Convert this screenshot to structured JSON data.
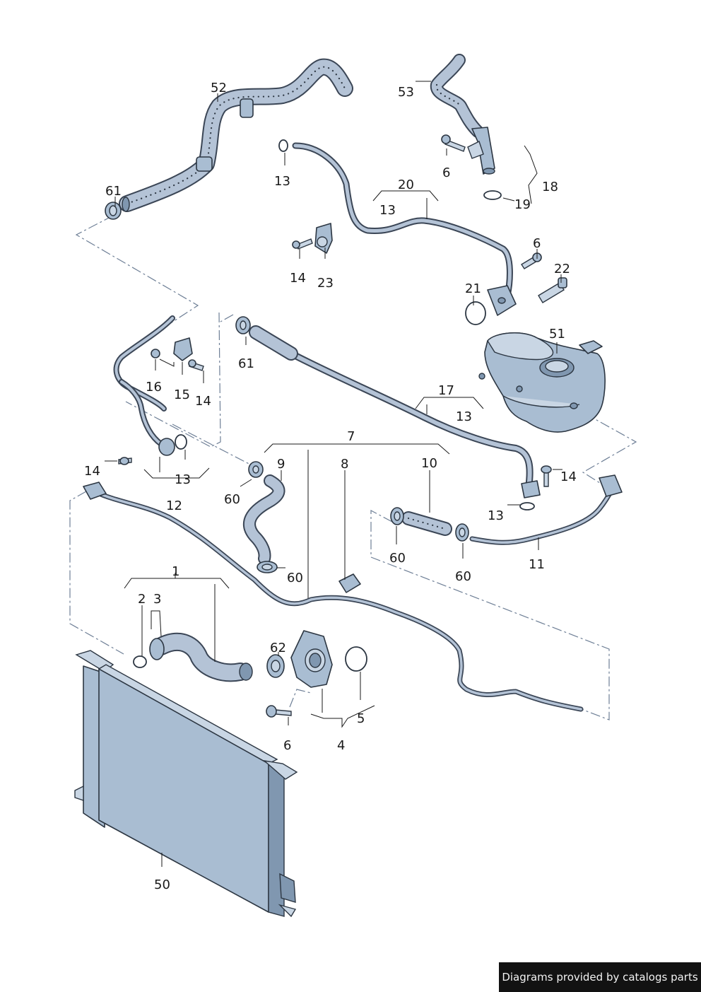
{
  "callouts": [
    {
      "id": "52",
      "text": "52"
    },
    {
      "id": "53",
      "text": "53"
    },
    {
      "id": "61a",
      "text": "61"
    },
    {
      "id": "13a",
      "text": "13"
    },
    {
      "id": "6a",
      "text": "6"
    },
    {
      "id": "18",
      "text": "18"
    },
    {
      "id": "19",
      "text": "19"
    },
    {
      "id": "20",
      "text": "20"
    },
    {
      "id": "13b",
      "text": "13"
    },
    {
      "id": "14a",
      "text": "14"
    },
    {
      "id": "23",
      "text": "23"
    },
    {
      "id": "6b",
      "text": "6"
    },
    {
      "id": "22",
      "text": "22"
    },
    {
      "id": "21",
      "text": "21"
    },
    {
      "id": "51",
      "text": "51"
    },
    {
      "id": "61b",
      "text": "61"
    },
    {
      "id": "16",
      "text": "16"
    },
    {
      "id": "15",
      "text": "15"
    },
    {
      "id": "14b",
      "text": "14"
    },
    {
      "id": "17",
      "text": "17"
    },
    {
      "id": "13c",
      "text": "13"
    },
    {
      "id": "7",
      "text": "7"
    },
    {
      "id": "9",
      "text": "9"
    },
    {
      "id": "8",
      "text": "8"
    },
    {
      "id": "10",
      "text": "10"
    },
    {
      "id": "14c",
      "text": "14"
    },
    {
      "id": "13d",
      "text": "13"
    },
    {
      "id": "14d",
      "text": "14"
    },
    {
      "id": "12",
      "text": "12"
    },
    {
      "id": "60a",
      "text": "60"
    },
    {
      "id": "13e",
      "text": "13"
    },
    {
      "id": "60b",
      "text": "60"
    },
    {
      "id": "60c",
      "text": "60"
    },
    {
      "id": "60d",
      "text": "60"
    },
    {
      "id": "11",
      "text": "11"
    },
    {
      "id": "1",
      "text": "1"
    },
    {
      "id": "2",
      "text": "2"
    },
    {
      "id": "3",
      "text": "3"
    },
    {
      "id": "62",
      "text": "62"
    },
    {
      "id": "5",
      "text": "5"
    },
    {
      "id": "6c",
      "text": "6"
    },
    {
      "id": "4",
      "text": "4"
    },
    {
      "id": "50",
      "text": "50"
    }
  ],
  "footer": {
    "credit": "Diagrams provided by catalogs parts"
  },
  "colors": {
    "part_fill": "#a9bdd2",
    "outline": "#2c3642",
    "leader_dash": "#6e7f96",
    "footer_bg": "#121212"
  }
}
